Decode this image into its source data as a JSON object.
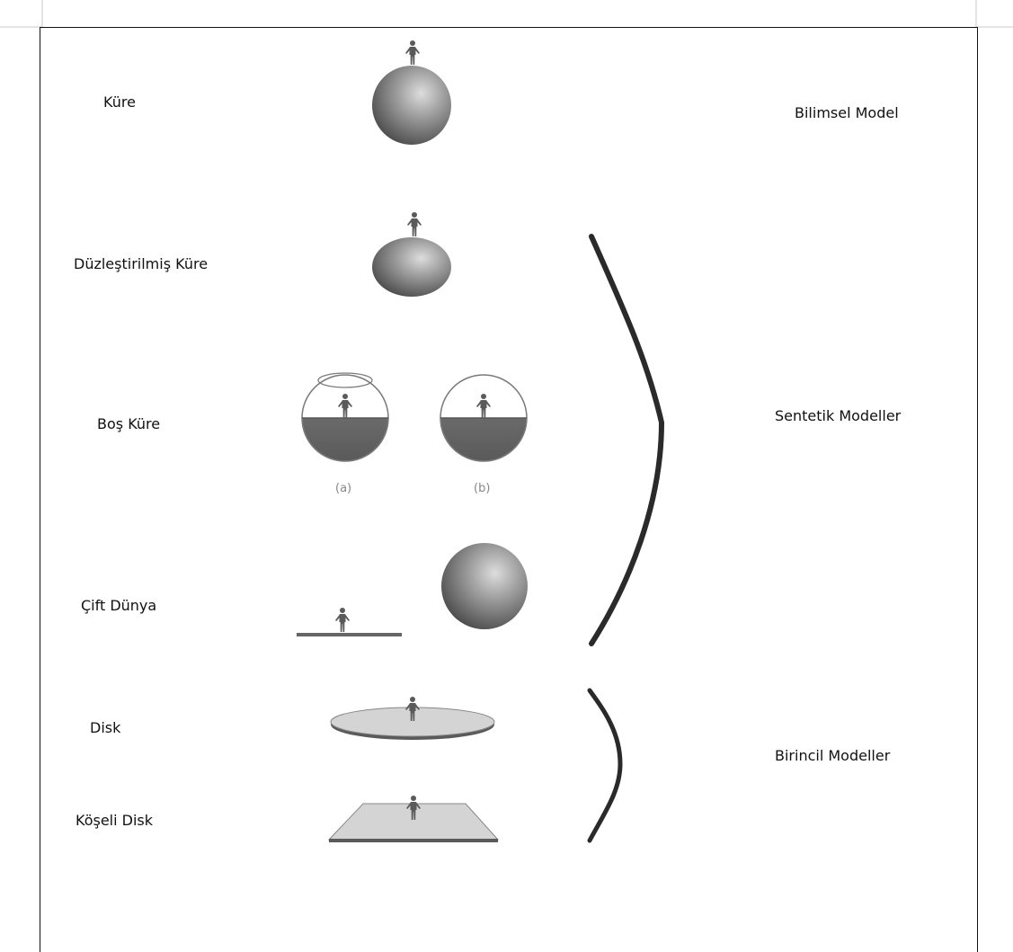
{
  "models": {
    "kure": "Küre",
    "duzlestirilmis_kure": "Düzleştirilmiş Küre",
    "bos_kure": "Boş Küre",
    "cift_dunya": "Çift Dünya",
    "disk": "Disk",
    "koseli_disk": "Köşeli Disk"
  },
  "groups": {
    "bilimsel": "Bilimsel Model",
    "sentetik": "Sentetik Modeller",
    "birincil": "Birincil Modeller"
  },
  "captions": {
    "a": "(a)",
    "b": "(b)"
  },
  "colors": {
    "sphere_dark": "#474747",
    "sphere_light": "#d9d9d9",
    "person": "#5a5a5a",
    "disk_fill": "#d4d4d4",
    "brace": "#2a2a2a"
  }
}
